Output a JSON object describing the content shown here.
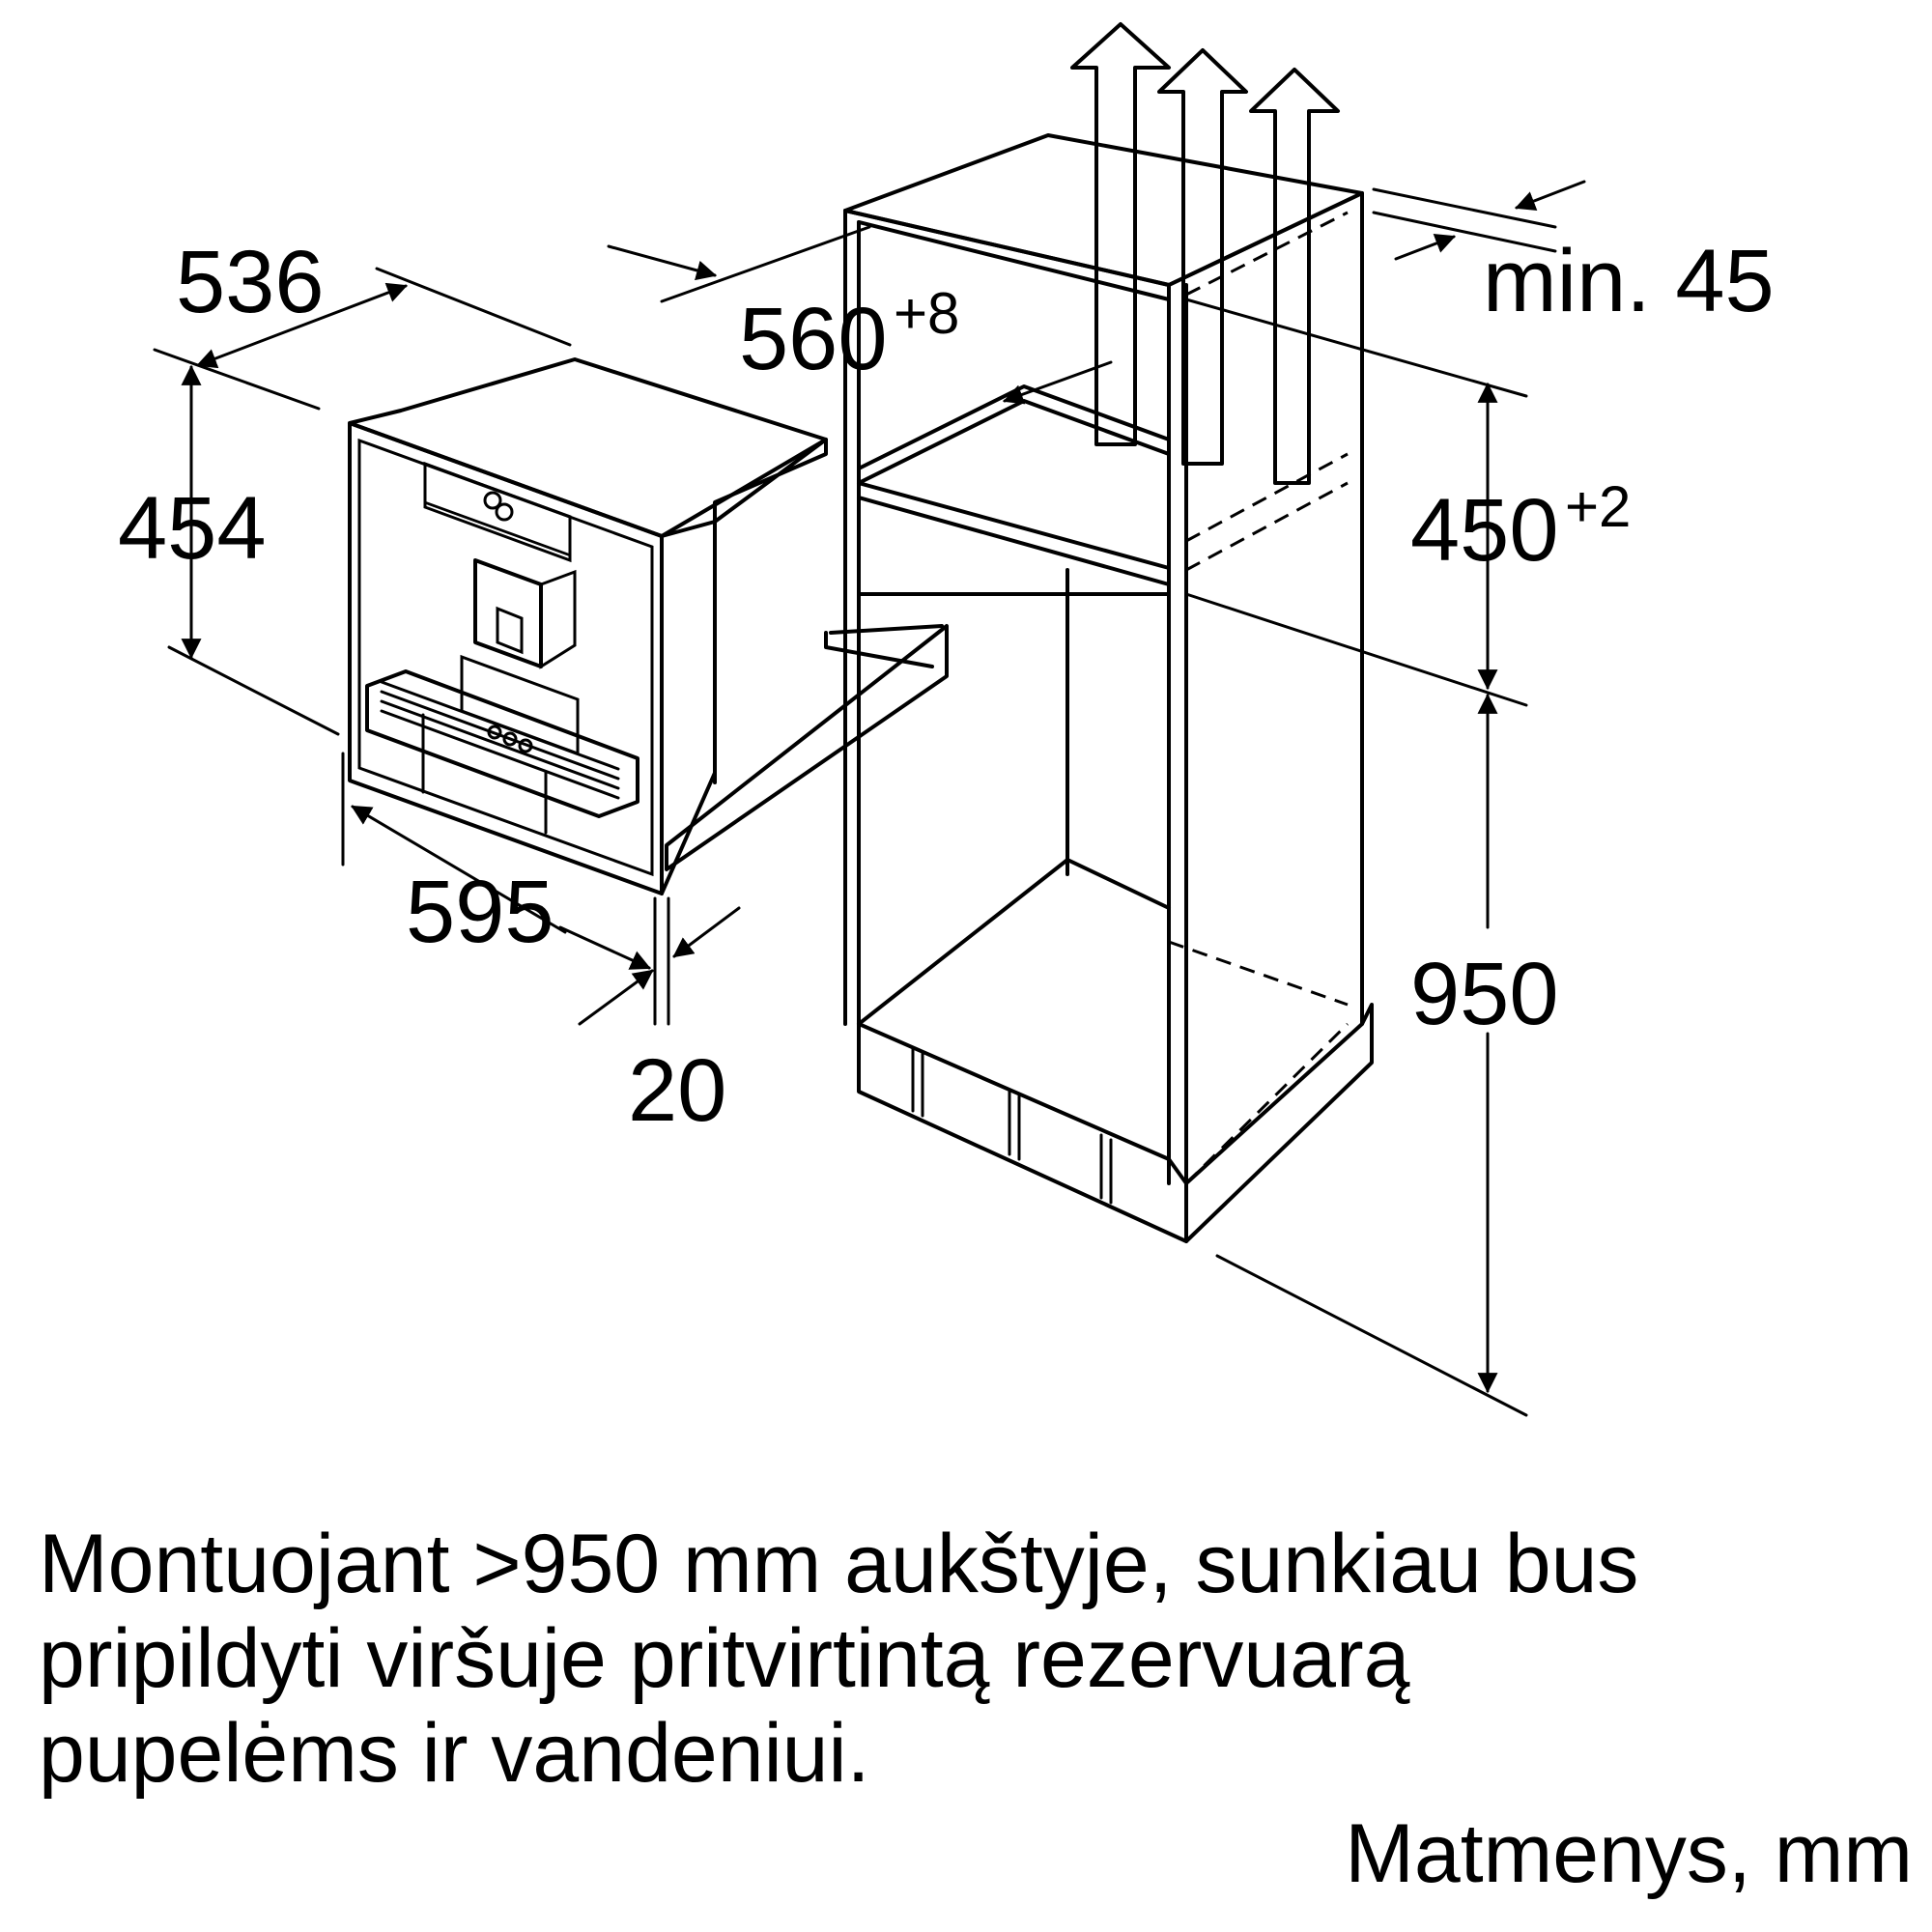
{
  "dimensions": {
    "width_appliance": "536",
    "height_appliance": "454",
    "width_front": "595",
    "front_offset": "20",
    "niche_width": "560",
    "niche_width_tolerance": "+8",
    "niche_height": "450",
    "niche_height_tolerance": "+2",
    "rear_gap": "min. 45",
    "install_height": "950"
  },
  "note_lines": [
    "Montuojant >950 mm aukštyje, sunkiau bus",
    "pripildyti viršuje pritvirtintą rezervuarą",
    "pupelėms ir vandeniui."
  ],
  "units_label": "Matmenys, mm"
}
